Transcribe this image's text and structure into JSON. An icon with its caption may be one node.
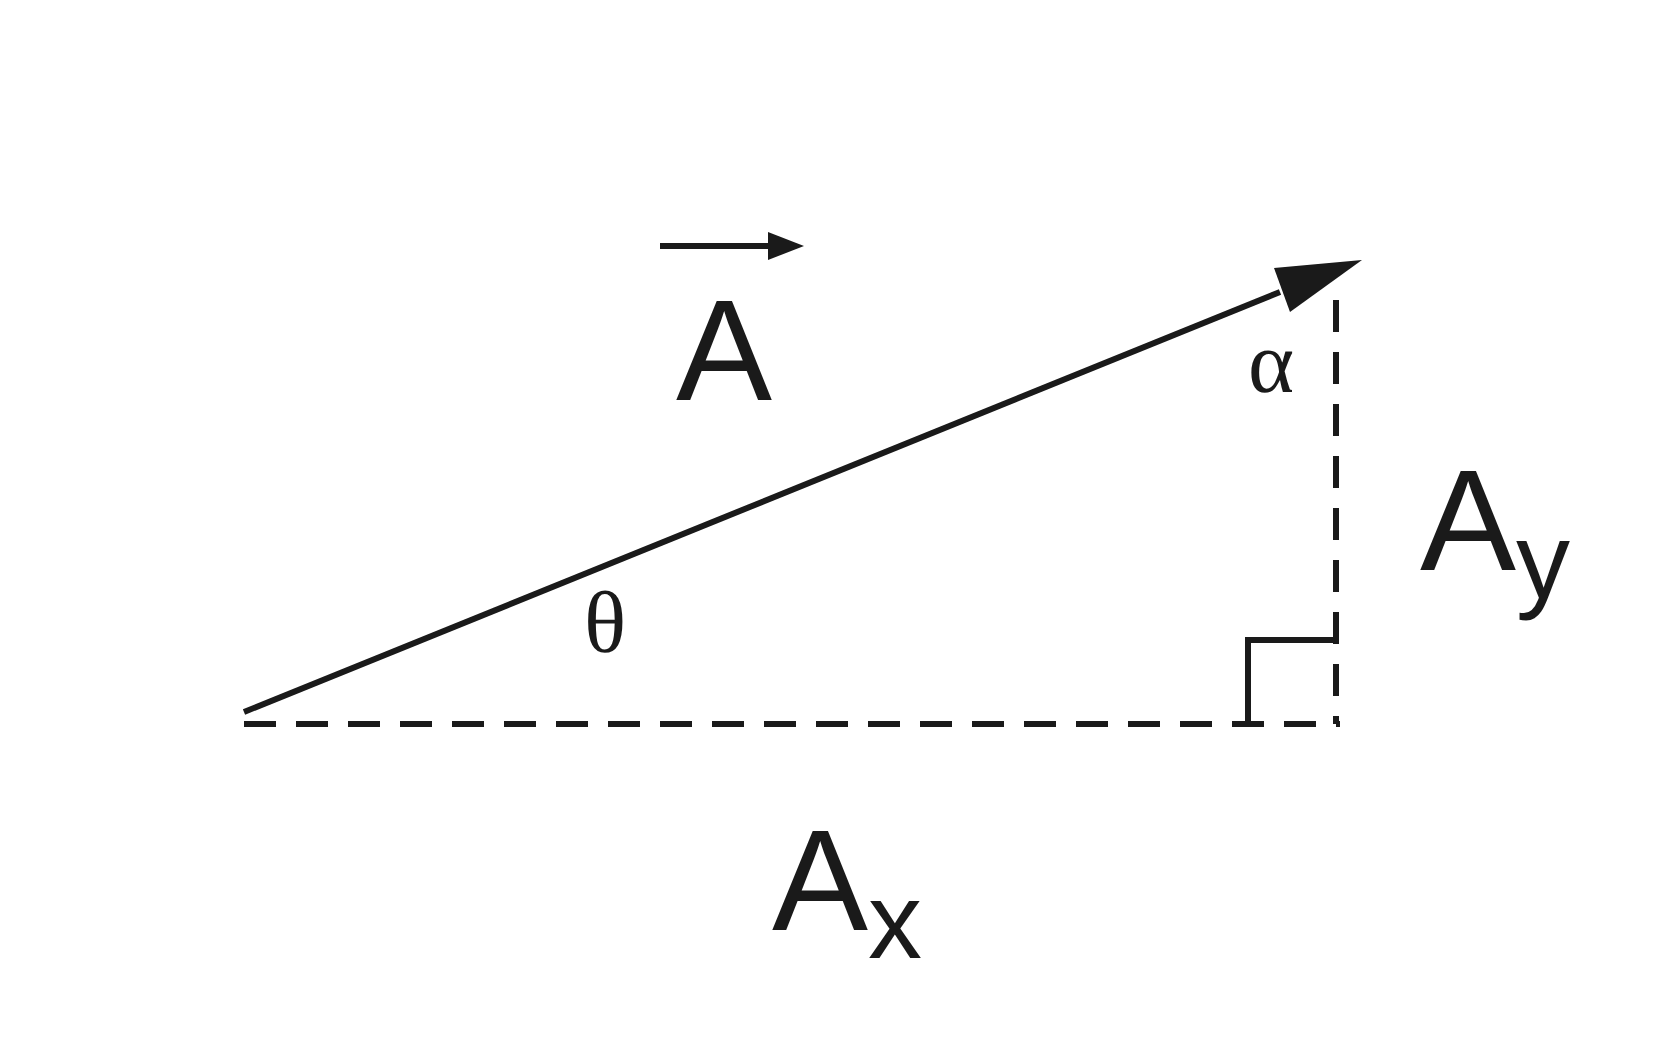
{
  "diagram": {
    "labels": [
      "A",
      "α",
      "A$_{y}$",
      "θ",
      "A$_{x}$"
    ]
  }
}
